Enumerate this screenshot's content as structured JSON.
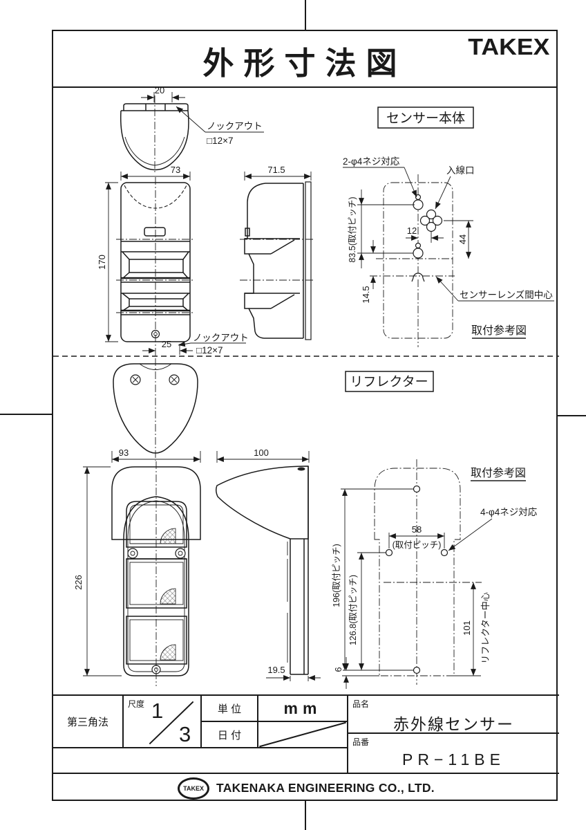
{
  "header": {
    "title": "外形寸法図",
    "brand": "TAKEX"
  },
  "sensor": {
    "section_label": "センサー本体",
    "top_width": "20",
    "knockout_label_top": "ノックアウト",
    "knockout_size_top": "□12×7",
    "front_width": "73",
    "side_width": "71.5",
    "height": "170",
    "bottom_offset": "25",
    "knockout_label_bottom": "ノックアウト",
    "knockout_size_bottom": "□12×7",
    "screw_note": "2-φ4ネジ対応",
    "entry_label": "入線口",
    "entry_offset": "12",
    "entry_drop": "44",
    "mount_pitch": "83.5(取付ピッチ)",
    "lens_offset": "14.5",
    "lens_center_label": "センサーレンズ間中心",
    "ref_label": "取付参考図"
  },
  "reflector": {
    "section_label": "リフレクター",
    "front_width": "93",
    "side_width": "100",
    "height": "226",
    "depth": "19.5",
    "hole_pitch": "58",
    "hole_pitch_note": "(取付ピッチ)",
    "screw_note": "4-φ4ネジ対応",
    "mount_pitch_v1": "196(取付ピッチ)",
    "mount_pitch_v2": "126.8(取付ピッチ)",
    "center_offset": "101",
    "center_label": "リフレクター中心",
    "bottom_offset": "6",
    "ref_label": "取付参考図"
  },
  "titleblock": {
    "projection": "第三角法",
    "scale_label": "尺度",
    "scale_numerator": "1",
    "scale_denominator": "3",
    "unit_label": "単 位",
    "unit_value": "mm",
    "date_label": "日 付",
    "name_label": "品名",
    "name_value": "赤外線センサー",
    "number_label": "品番",
    "number_value": "PR−11BE"
  },
  "footer": {
    "logo": "TAKEX",
    "company": "TAKENAKA ENGINEERING CO., LTD."
  }
}
